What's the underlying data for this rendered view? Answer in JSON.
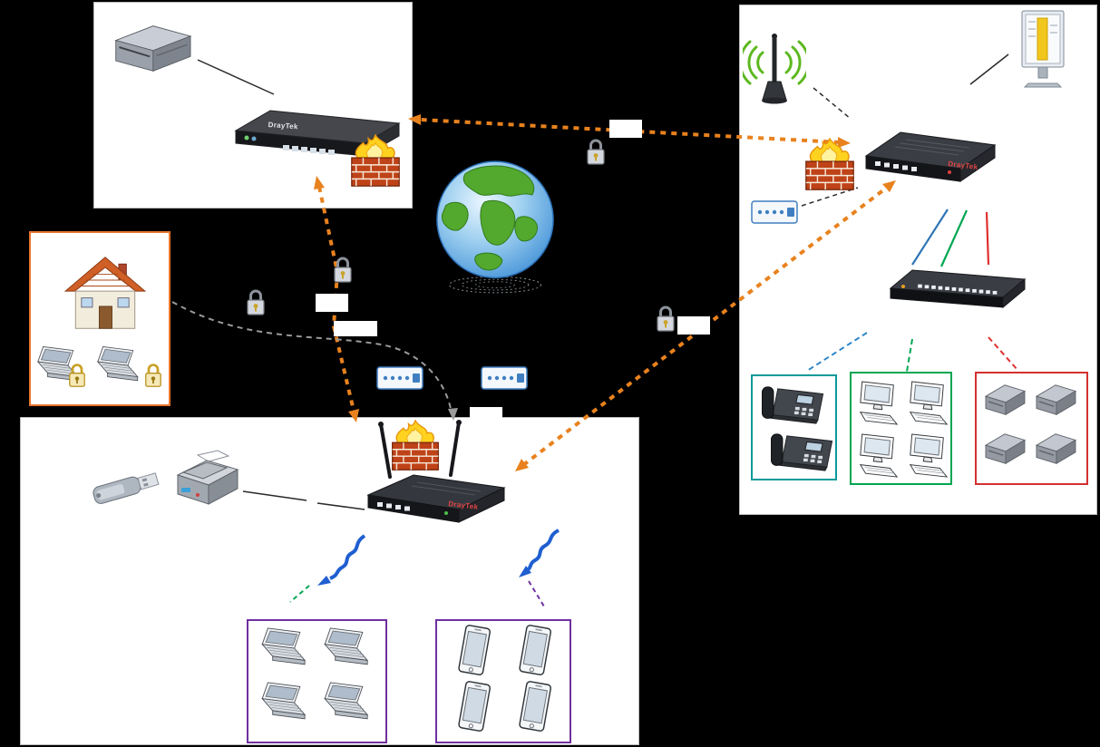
{
  "diagram": {
    "brand": "DrayTek"
  },
  "colors": {
    "background": "#000000",
    "vpn_tunnel_orange": "#e8821e",
    "home_site_border": "#e8762d",
    "ip_phone_group_border": "#0a9a9a",
    "computer_group_border": "#00a651",
    "server_group_border": "#d43030",
    "wireless_group_border": "#7030a0",
    "wifi_signal_blue": "#1f5fd0",
    "antenna_signal_green": "#5cb81e",
    "lan_blue": "#2e75b6",
    "lan_green": "#00a651",
    "lan_red": "#e03030"
  },
  "groups": {
    "branch_ip_phones_count": 2,
    "branch_computers_count": 4,
    "branch_servers_count": 4,
    "remote_laptops_count": 4,
    "remote_handhelds_count": 4,
    "home_laptops_count": 2
  },
  "labels": {
    "tunnel_top": "",
    "tunnel_left_upper": "",
    "tunnel_left_lower": "",
    "tunnel_right": "",
    "router_remote": ""
  }
}
